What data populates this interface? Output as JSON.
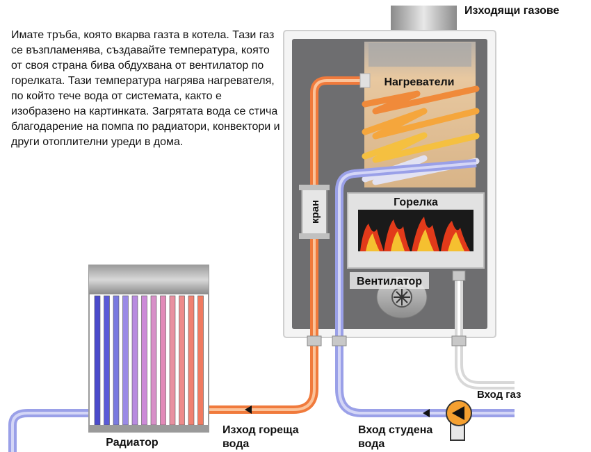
{
  "description": "Имате тръба, която вкарва газта в котела. Тази газ се възпламенява, създавайте температура, която от своя страна бива обдухвана от вентилатор по горелката. Тази температура нагрява нагревателя, по който тече вода от системата, както е изобразено на картинката. Загрятата вода се стича благодарение на помпа по радиатори, конвектори и други отоплителни уреди в дома.",
  "labels": {
    "exhaust": "Изходящи газове",
    "heaters": "Нагреватели",
    "valve": "кран",
    "burner": "Горелка",
    "fan": "Вентилатор",
    "gas_in": "Вход газ",
    "radiator": "Радиатор",
    "hot_out_1": "Изход гореща",
    "hot_out_2": "вода",
    "cold_in_1": "Вход студена",
    "cold_in_2": "вода"
  },
  "colors": {
    "hot_pipe": "#f07a3c",
    "cold_pipe": "#9aa0e8",
    "heater_orange": "#f08a3a",
    "heater_yellow": "#f5c040",
    "heater_white": "#dcdcf0",
    "heater_blue": "#a8a8f0",
    "boiler_gray": "#6e6e70"
  }
}
